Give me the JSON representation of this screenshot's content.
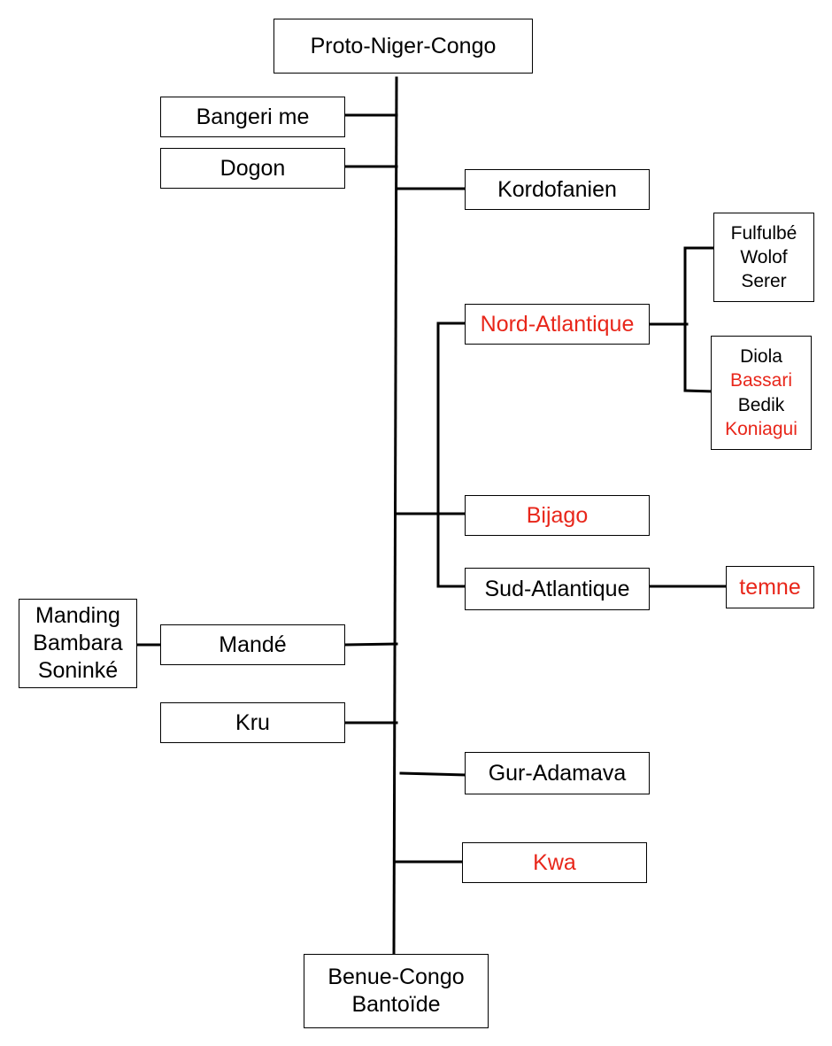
{
  "colors": {
    "default_text": "#000000",
    "highlight_text": "#e8261a"
  },
  "nodes": {
    "root": {
      "lines": [
        {
          "text": "Proto-Niger-Congo",
          "highlight": false
        }
      ]
    },
    "bangeri_me": {
      "lines": [
        {
          "text": "Bangeri me",
          "highlight": false
        }
      ]
    },
    "dogon": {
      "lines": [
        {
          "text": "Dogon",
          "highlight": false
        }
      ]
    },
    "kordofanien": {
      "lines": [
        {
          "text": "Kordofanien",
          "highlight": false
        }
      ]
    },
    "nord_atlantique": {
      "lines": [
        {
          "text": "Nord-Atlantique",
          "highlight": true
        }
      ]
    },
    "fulfulbe_group": {
      "lines": [
        {
          "text": "Fulfulbé",
          "highlight": false
        },
        {
          "text": "Wolof",
          "highlight": false
        },
        {
          "text": "Serer",
          "highlight": false
        }
      ]
    },
    "diola_group": {
      "lines": [
        {
          "text": "Diola",
          "highlight": false
        },
        {
          "text": "Bassari",
          "highlight": true
        },
        {
          "text": "Bedik",
          "highlight": false
        },
        {
          "text": "Koniagui",
          "highlight": true
        }
      ]
    },
    "bijago": {
      "lines": [
        {
          "text": "Bijago",
          "highlight": true
        }
      ]
    },
    "sud_atlantique": {
      "lines": [
        {
          "text": "Sud-Atlantique",
          "highlight": false
        }
      ]
    },
    "temne": {
      "lines": [
        {
          "text": "temne",
          "highlight": true
        }
      ]
    },
    "manding_group": {
      "lines": [
        {
          "text": "Manding",
          "highlight": false
        },
        {
          "text": "Bambara",
          "highlight": false
        },
        {
          "text": "Soninké",
          "highlight": false
        }
      ]
    },
    "mande": {
      "lines": [
        {
          "text": "Mandé",
          "highlight": false
        }
      ]
    },
    "kru": {
      "lines": [
        {
          "text": "Kru",
          "highlight": false
        }
      ]
    },
    "gur_adamava": {
      "lines": [
        {
          "text": "Gur-Adamava",
          "highlight": false
        }
      ]
    },
    "kwa": {
      "lines": [
        {
          "text": "Kwa",
          "highlight": true
        }
      ]
    },
    "benue_congo": {
      "lines": [
        {
          "text": "Benue-Congo",
          "highlight": false
        },
        {
          "text": "Bantoïde",
          "highlight": false
        }
      ]
    }
  }
}
